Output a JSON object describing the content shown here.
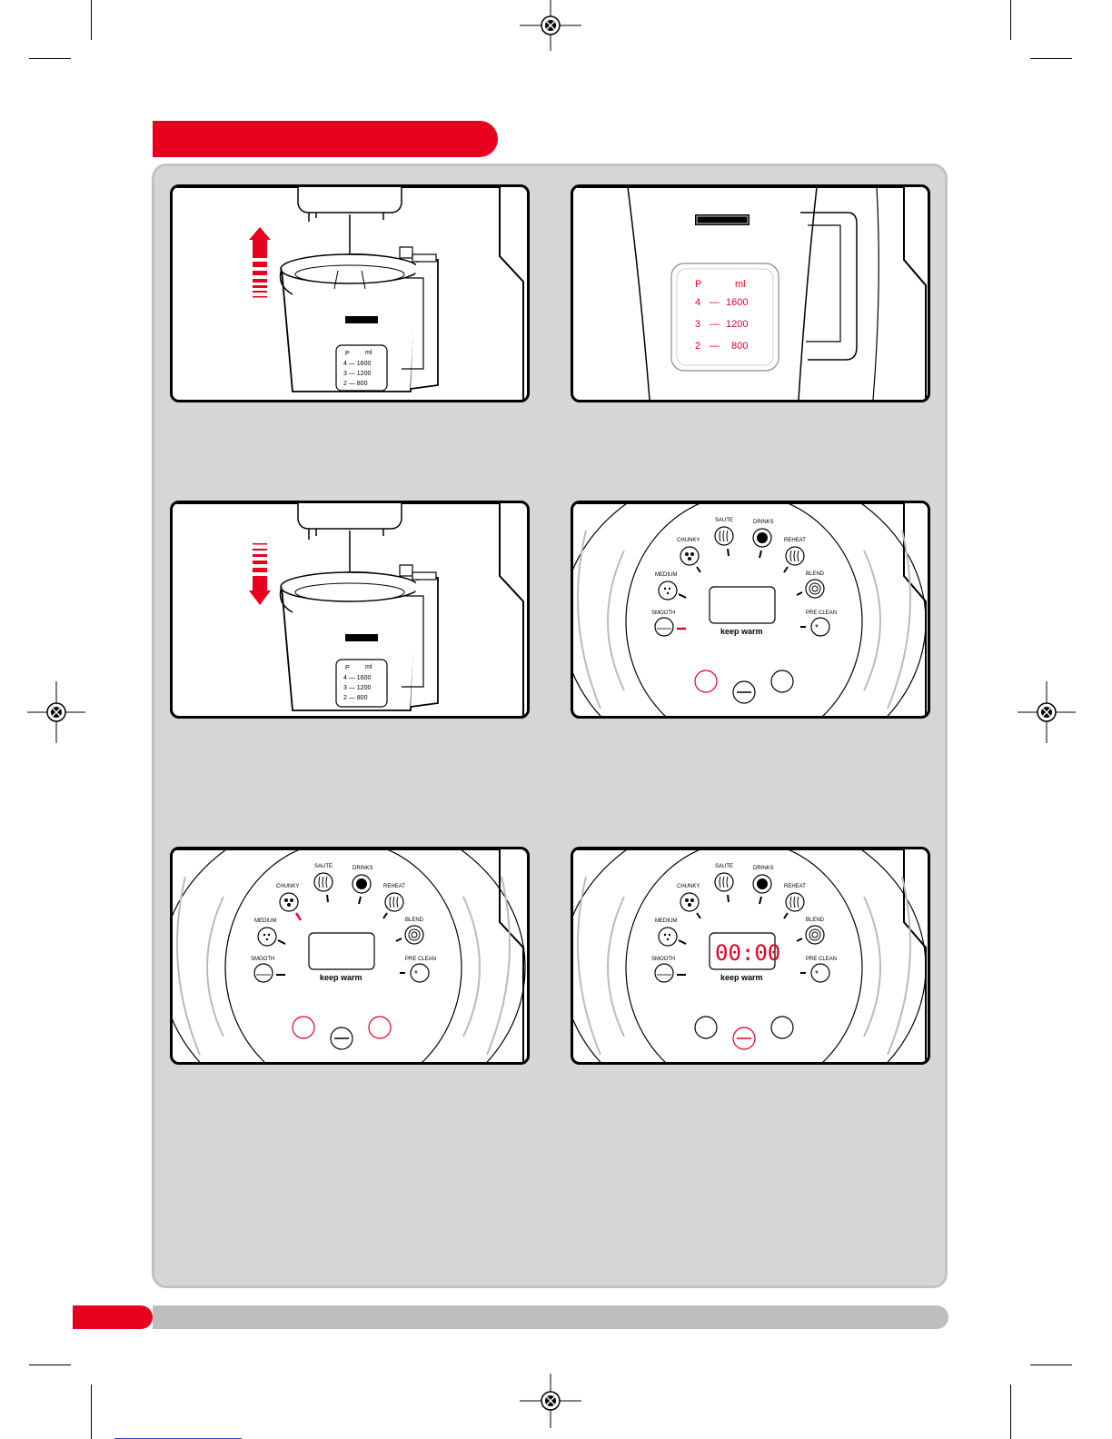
{
  "jug_window": {
    "header": [
      "P",
      "ml"
    ],
    "rows": [
      {
        "level": "4",
        "volume": "1600"
      },
      {
        "level": "3",
        "volume": "1200"
      },
      {
        "level": "2",
        "volume": "800"
      }
    ]
  },
  "control_panel": {
    "programs": [
      "SAUTE",
      "DRINKS",
      "REHEAT",
      "BLEND",
      "PRE CLEAN",
      "SMOOTH",
      "MEDIUM",
      "CHUNKY"
    ],
    "keep_warm": "keep warm",
    "display_time": "00:00"
  },
  "colors": {
    "accent": "#e8001f",
    "panel_gray": "#d6d6d6"
  }
}
